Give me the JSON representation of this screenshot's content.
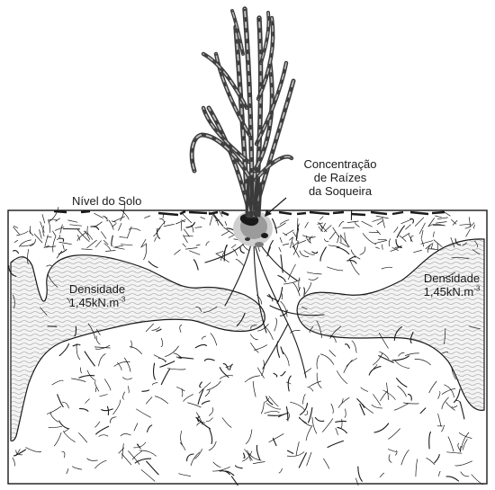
{
  "labels": {
    "soil_level": "Nível do Solo",
    "root_concentration": [
      "Concentração",
      "de Raízes",
      "da Soqueira"
    ],
    "left_zone": {
      "line1": "Densidade",
      "line2": "1,45kN.m",
      "exp": "-3"
    },
    "right_zone": {
      "line1": "Densidade",
      "line2": "1,45kN.m",
      "exp": "-3"
    }
  },
  "colors": {
    "outline": "#1a1a1a",
    "compacted_fill": "#f2f2f2",
    "wave_stroke": "#9a9a9a",
    "leaf_dark": "#3a3a3a",
    "leaf_light": "#bdbdbd",
    "root_stain": "#8c8c8c"
  }
}
